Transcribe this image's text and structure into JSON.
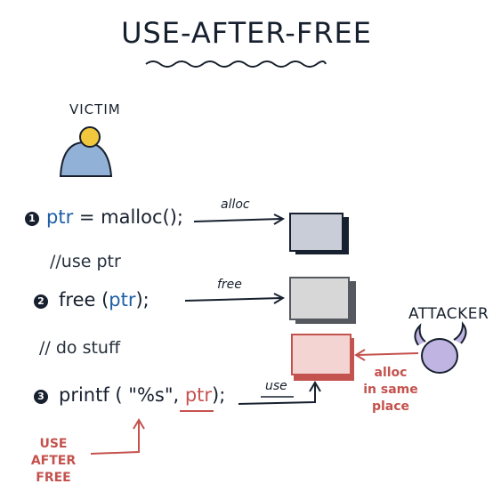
{
  "title": "USE-AFTER-FREE",
  "victim": {
    "label": "VICTIM"
  },
  "attacker": {
    "label": "ATTACKER",
    "note": [
      "alloc",
      "in same",
      "place"
    ]
  },
  "steps": [
    {
      "number": "1",
      "var": "ptr",
      "code": " = malloc();",
      "arrow_label": "alloc"
    },
    {
      "number": "2",
      "code_before": "free (",
      "var": "ptr",
      "code_after": ");",
      "arrow_label": "free"
    },
    {
      "number": "3",
      "code_before": "printf ( \"%s\", ",
      "var": "ptr",
      "code_after": ");",
      "arrow_label": "use"
    }
  ],
  "comments": [
    "//use ptr",
    "// do stuff"
  ],
  "uaf_note": [
    "USE AFTER",
    "FREE"
  ],
  "colors": {
    "ink": "#17202e",
    "blue": "#1d5ea7",
    "red": "#c4524e",
    "block_blue": "#c9cdd7",
    "block_gray": "#d7d7d7",
    "block_red": "#f4d3d3",
    "victim_body": "#92b1d6",
    "victim_head": "#f1c83d",
    "attacker_body": "#c0b5e2"
  }
}
